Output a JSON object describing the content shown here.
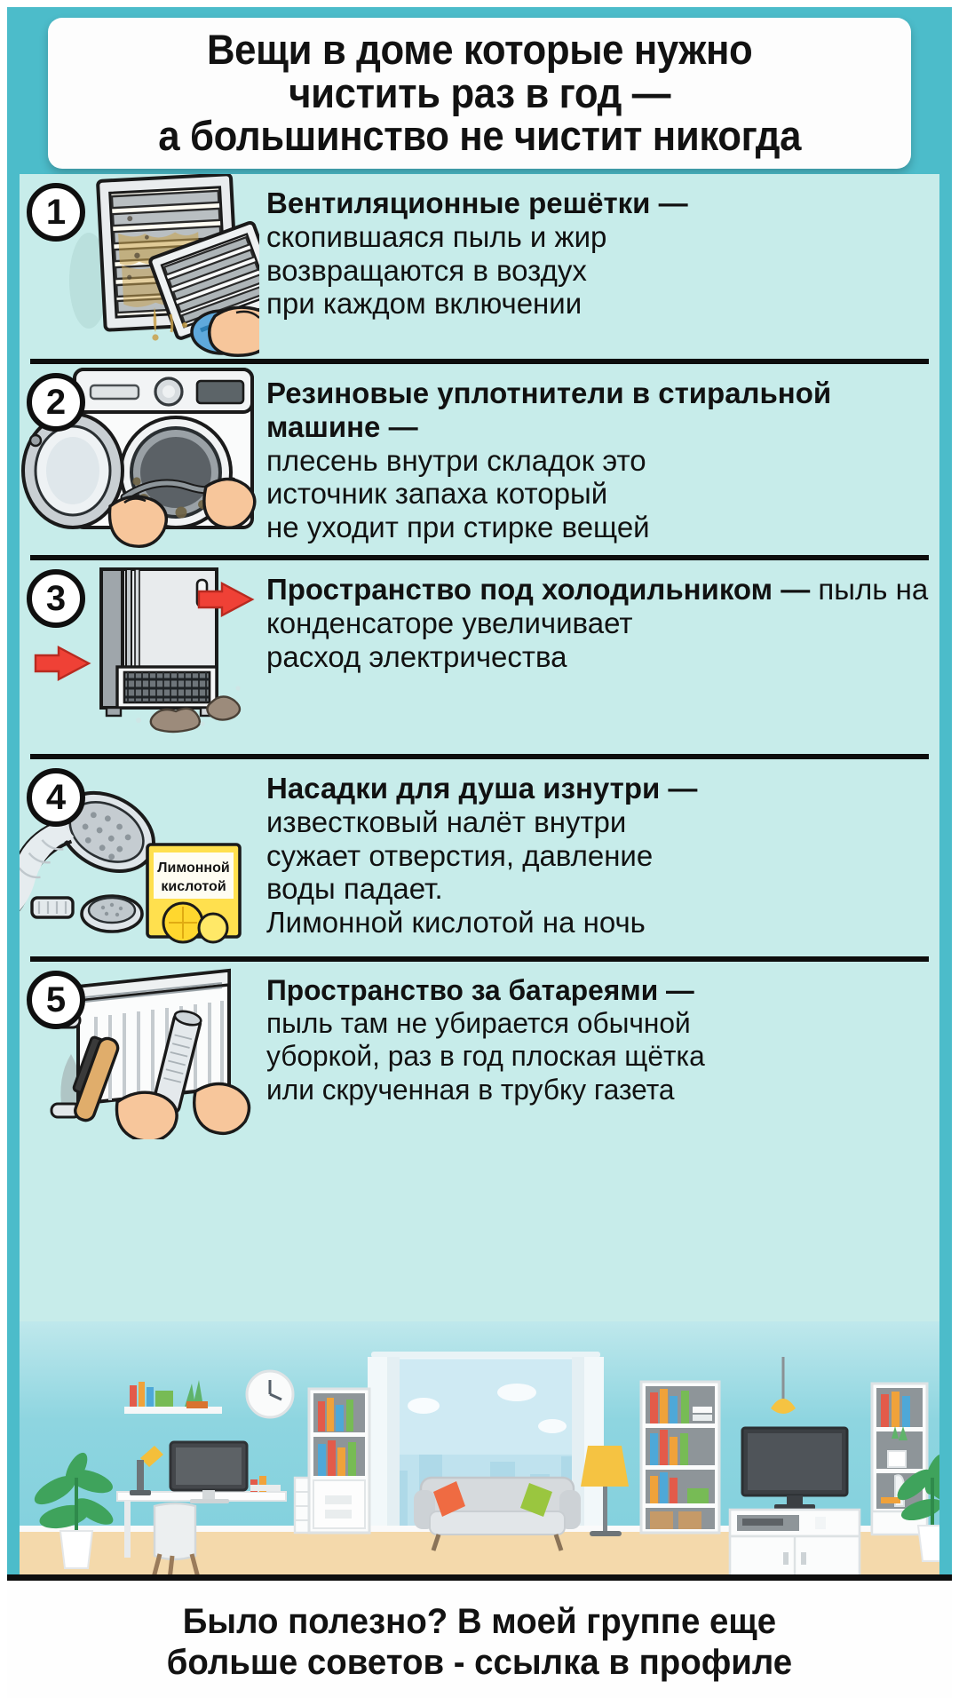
{
  "header": {
    "title_line1": "Вещи в доме которые нужно",
    "title_line2": "чистить раз в год —",
    "title_line3": "а большинство не чистит никогда"
  },
  "theme": {
    "band_color": "#4cbcca",
    "panel_color": "#c7ecea",
    "card_color": "#fdfdfd",
    "divider_color": "#0d0d0d",
    "arrow_color": "#ef4136",
    "text_color": "#111111"
  },
  "items": [
    {
      "number": "1",
      "icon": "ventilation-grille-icon",
      "lead": "Вентиляционные решётки —",
      "body_lines": [
        "скопившаяся пыль и жир",
        "возвращаются в воздух",
        "при каждом включении"
      ]
    },
    {
      "number": "2",
      "icon": "washing-machine-icon",
      "lead": "Резиновые уплотнители в стиральной машине —",
      "body_lines": [
        "плесень внутри складок это",
        "источник запаха который",
        "не уходит при стирке вещей"
      ]
    },
    {
      "number": "3",
      "icon": "refrigerator-icon",
      "lead": "Пространство под холодильником —",
      "body_lines": [
        "пыль на",
        "конденсаторе увеличивает",
        "расход электричества"
      ]
    },
    {
      "number": "4",
      "icon": "shower-head-icon",
      "lead": "Насадки для душа изнутри —",
      "body_lines": [
        "известковый налёт внутри",
        "сужает отверстия, давление",
        "воды падает.",
        "Лимонной кислотой на ночь"
      ],
      "packet_label_line1": "Лимонной",
      "packet_label_line2": "кислотой"
    },
    {
      "number": "5",
      "icon": "radiator-icon",
      "lead": "Пространство за батареями —",
      "body_lines": [
        "пыль там не убирается обычной",
        "уборкой, раз в год плоская щётка",
        "или скрученная в трубку газета"
      ]
    }
  ],
  "room_scene": {
    "description": "living-room-illustration"
  },
  "footer": {
    "line1": "Было полезно? В моей группе еще",
    "line2": "больше советов - ссылка в профиле"
  }
}
